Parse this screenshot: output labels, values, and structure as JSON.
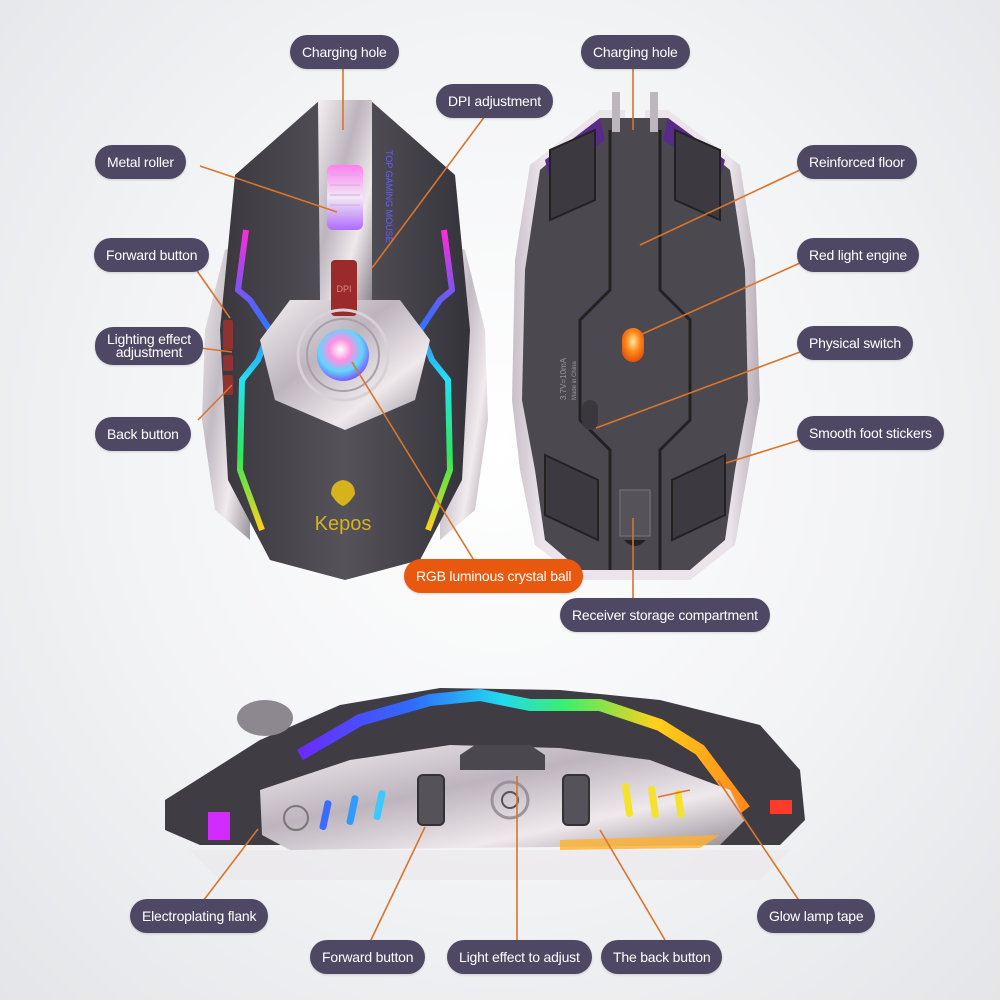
{
  "theme": {
    "label_bg": "#4e4865",
    "label_accent_bg": "#e8580f",
    "leader_line": "#d9742a",
    "label_text": "#ffffff"
  },
  "product": {
    "brand_logo_text": "Kepos",
    "top_side_text": "TOP GAMING MOUSE",
    "bottom_spec_text": "3.7V=10mA",
    "bottom_origin_text": "Made in China",
    "dpi_button_text": "DPI"
  },
  "top_view": {
    "labels": {
      "charging_hole": "Charging hole",
      "dpi_adjustment": "DPI adjustment",
      "metal_roller": "Metal roller",
      "forward_button": "Forward button",
      "lighting_effect_line1": "Lighting effect",
      "lighting_effect_line2": "adjustment",
      "back_button": "Back button",
      "rgb_crystal_ball": "RGB luminous crystal ball"
    }
  },
  "bottom_view": {
    "labels": {
      "charging_hole": "Charging hole",
      "reinforced_floor": "Reinforced floor",
      "red_light_engine": "Red light engine",
      "physical_switch": "Physical switch",
      "smooth_foot_stickers": "Smooth foot stickers",
      "receiver_storage": "Receiver storage compartment"
    }
  },
  "side_view": {
    "labels": {
      "electroplating_flank": "Electroplating flank",
      "forward_button": "Forward button",
      "light_effect_adjust": "Light effect to adjust",
      "back_button": "The back button",
      "glow_lamp_tape": "Glow lamp tape"
    }
  }
}
